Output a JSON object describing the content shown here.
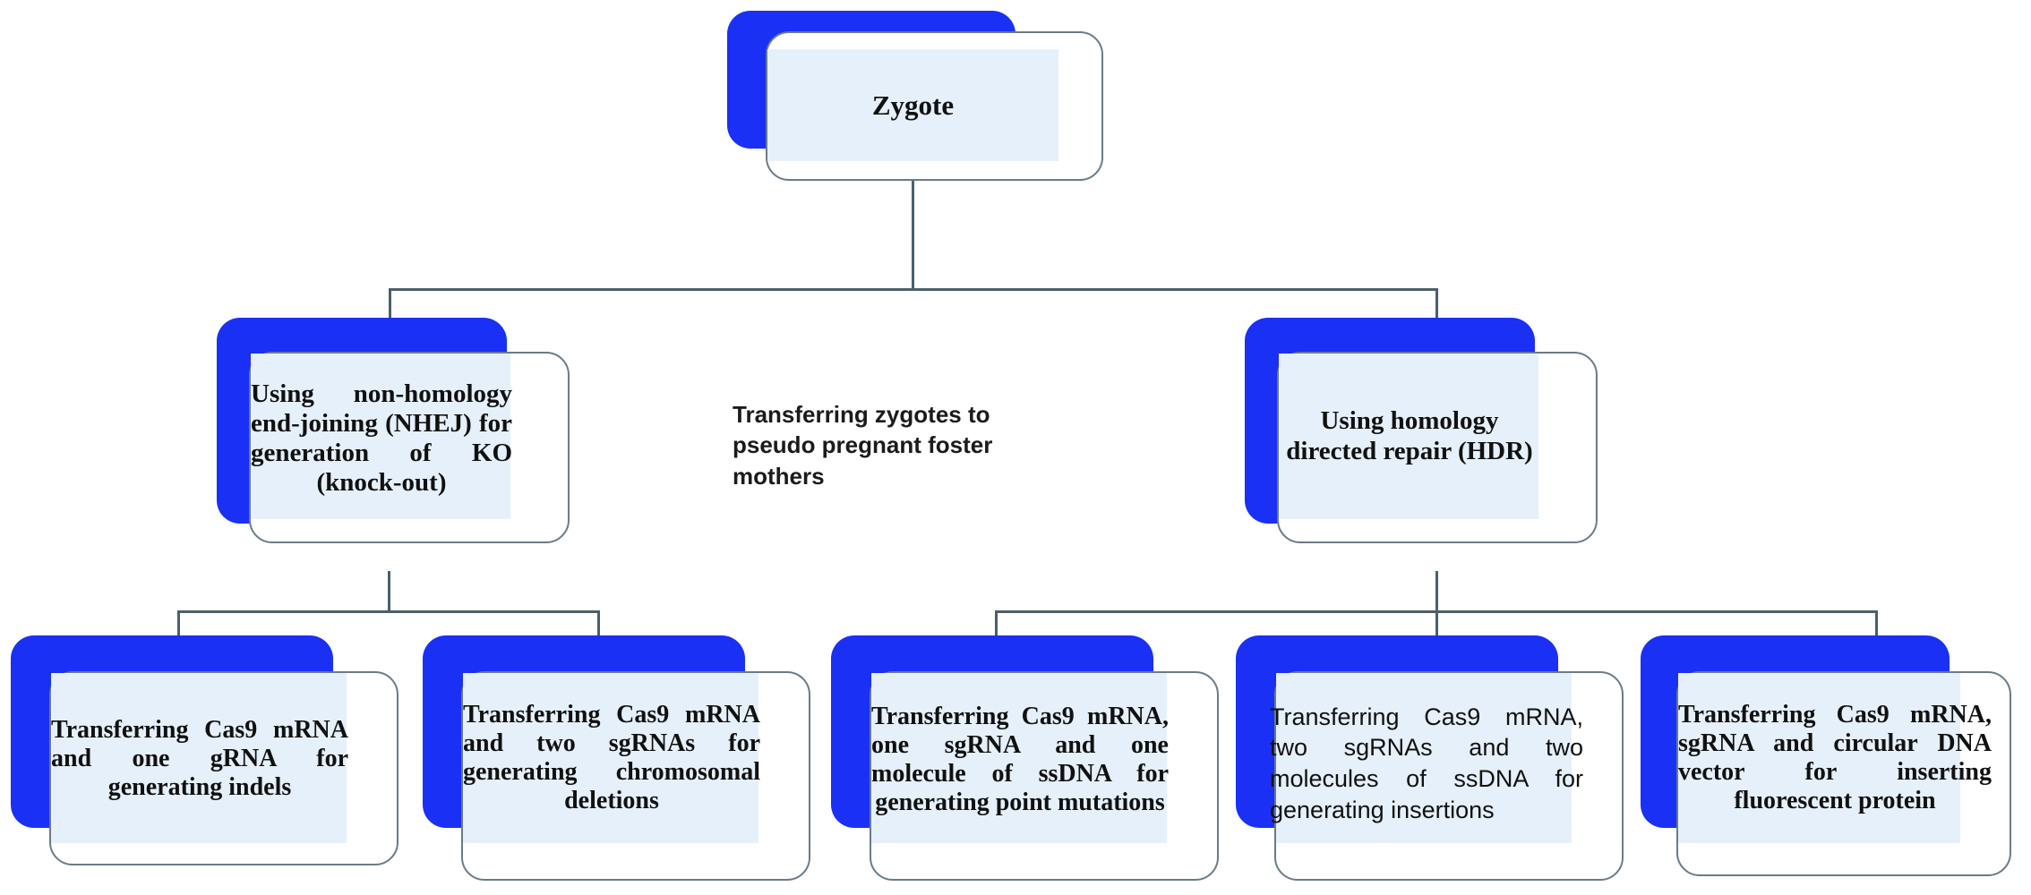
{
  "diagram": {
    "type": "flowchart",
    "title_node": "Zygote",
    "theme": {
      "shadow_blue": "#1a30f5",
      "inner_fill": "#e6f0fa",
      "card_border": "#6b7b86",
      "connector": "#4c5f6b",
      "text": "#111111",
      "background": "#ffffff"
    },
    "levels": [
      {
        "level": 1,
        "nodes": [
          {
            "id": "zygote",
            "label": "Zygote"
          }
        ]
      },
      {
        "level": 2,
        "nodes": [
          {
            "id": "nhej",
            "label": "Using non-homology end-joining (NHEJ) for generation of KO (knock-out)"
          },
          {
            "id": "hdr",
            "label": "Using homology directed repair (HDR)"
          }
        ]
      },
      {
        "level": 3,
        "nodes": [
          {
            "id": "indels",
            "label": "Transferring Cas9 mRNA and one gRNA for generating indels"
          },
          {
            "id": "deletions",
            "label": "Transferring Cas9 mRNA and two sgRNAs for generating chromosomal deletions"
          },
          {
            "id": "point_mut",
            "label": "Transferring Cas9 mRNA, one sgRNA and one molecule of ssDNA for generating point mutations"
          },
          {
            "id": "insertions",
            "label": "Transferring Cas9 mRNA, two sgRNAs and two molecules of ssDNA for generating insertions"
          },
          {
            "id": "fluor_prot",
            "label": "Transferring Cas9 mRNA, sgRNA and circular DNA vector for inserting fluorescent protein"
          }
        ]
      }
    ],
    "annotations": [
      {
        "id": "transfer_note",
        "label": "Transferring zygotes to pseudo pregnant foster mothers"
      }
    ],
    "edges": [
      {
        "from": "zygote",
        "to": "nhej"
      },
      {
        "from": "zygote",
        "to": "hdr"
      },
      {
        "from": "nhej",
        "to": "indels"
      },
      {
        "from": "nhej",
        "to": "deletions"
      },
      {
        "from": "hdr",
        "to": "point_mut"
      },
      {
        "from": "hdr",
        "to": "insertions"
      },
      {
        "from": "hdr",
        "to": "fluor_prot"
      }
    ]
  }
}
